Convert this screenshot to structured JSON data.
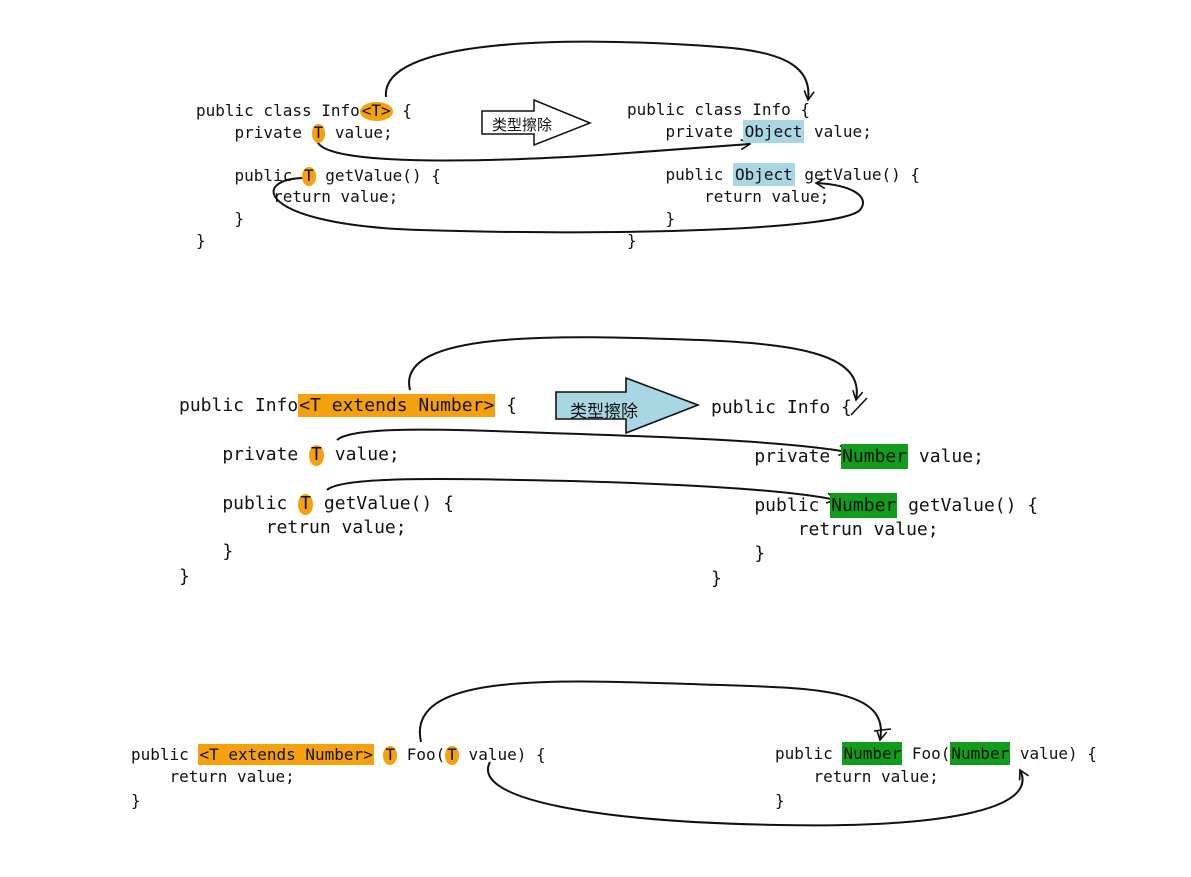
{
  "erasure_label": "类型擦除",
  "example1": {
    "generic": {
      "line1_pre": "public class Info",
      "line1_type_param": "<T>",
      "line1_post": " {",
      "line2_pre": "    private ",
      "line2_type": "T",
      "line2_post": " value;",
      "line3_pre": "    public ",
      "line3_type": "T",
      "line3_post": " getValue() {",
      "line4": "        return value;",
      "line5": "    }",
      "line6": "}"
    },
    "erased": {
      "line1": "public class Info {",
      "line2_pre": "    private ",
      "line2_type": "Object",
      "line2_post": " value;",
      "line3_pre": "    public ",
      "line3_type": "Object",
      "line3_post": " getValue() {",
      "line4": "        return value;",
      "line5": "    }",
      "line6": "}"
    }
  },
  "example2": {
    "generic": {
      "line1_pre": "public Info",
      "line1_type_param": "<T extends Number>",
      "line1_post": " {",
      "line2_pre": "    private ",
      "line2_type": "T",
      "line2_post": " value;",
      "line3_pre": "    public ",
      "line3_type": "T",
      "line3_post": " getValue() {",
      "line4": "        retrun value;",
      "line5": "    }",
      "line6": "}"
    },
    "erased": {
      "line1": "public Info {",
      "line2_pre": "    private ",
      "line2_type": "Number",
      "line2_post": " value;",
      "line3_pre": "    public ",
      "line3_type": "Number",
      "line3_post": " getValue() {",
      "line4": "        retrun value;",
      "line5": "    }",
      "line6": "}"
    }
  },
  "example3": {
    "generic": {
      "line1_pre": "public ",
      "line1_type_param": "<T extends Number>",
      "line1_return_type": "T",
      "line1_mid": " Foo(",
      "line1_param_type": "T",
      "line1_post": " value) {",
      "line2": "    return value;",
      "line3": "}"
    },
    "erased": {
      "line1_pre": "public ",
      "line1_return_type": "Number",
      "line1_mid": " Foo(",
      "line1_param_type": "Number",
      "line1_post": " value) {",
      "line2": "    return value;",
      "line3": "}"
    }
  },
  "colors": {
    "type_param_highlight": "#f5a10d",
    "object_highlight": "#a8d6e2",
    "number_highlight": "#129c1c",
    "big_arrow_fill": "#a8d6e2",
    "small_arrow_fill": "#ffffff",
    "line_color": "#111111"
  }
}
